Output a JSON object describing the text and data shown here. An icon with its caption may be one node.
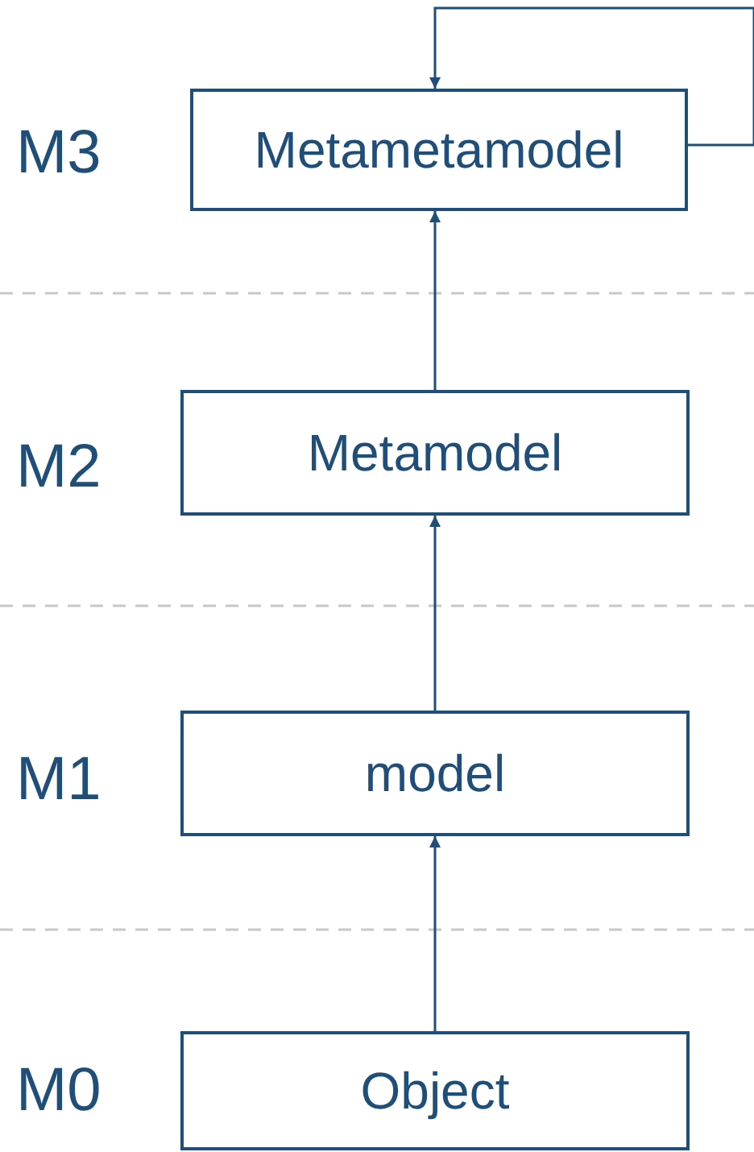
{
  "diagram": {
    "nodes": [
      {
        "text": [
          "Metametamodel"
        ]
      },
      {
        "text": [
          "Metamodel"
        ]
      },
      {
        "text": [
          "model"
        ]
      },
      {
        "text": [
          "Object"
        ]
      }
    ],
    "edges": [
      {
        "from": 0,
        "to": 0,
        "arrow": "to"
      },
      {
        "from": 1,
        "to": 0,
        "arrow": "to"
      },
      {
        "from": 2,
        "to": 1,
        "arrow": "to"
      },
      {
        "from": 3,
        "to": 2,
        "arrow": "to"
      }
    ],
    "labels": [
      "M3",
      "M2",
      "M1",
      "M0"
    ]
  }
}
